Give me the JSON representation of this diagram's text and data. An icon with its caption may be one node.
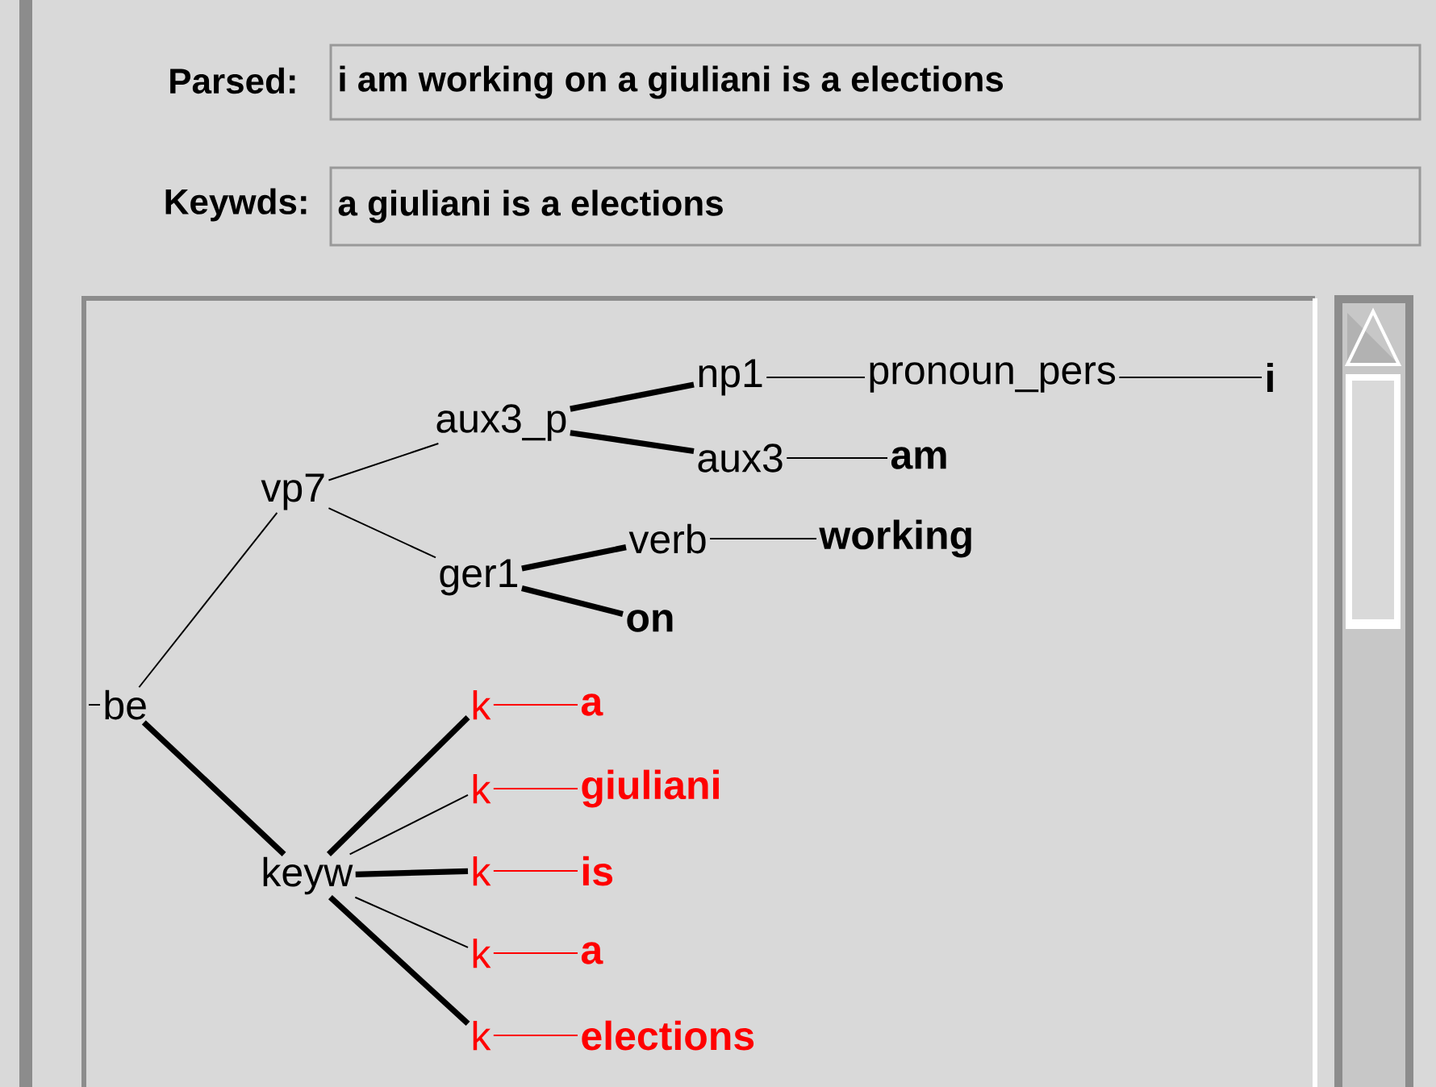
{
  "diagram": {
    "nodes": [
      {
        "text": [
          "be"
        ]
      },
      {
        "text": [
          "vp7"
        ]
      },
      {
        "text": [
          "aux3_p"
        ]
      },
      {
        "text": [
          "np1"
        ]
      },
      {
        "text": [
          "pronoun_pers"
        ]
      },
      {
        "text": [
          "i"
        ]
      },
      {
        "text": [
          "aux3"
        ]
      },
      {
        "text": [
          "am"
        ]
      },
      {
        "text": [
          "ger1"
        ]
      },
      {
        "text": [
          "verb"
        ]
      },
      {
        "text": [
          "working"
        ]
      },
      {
        "text": [
          "on"
        ]
      },
      {
        "text": [
          "keyw"
        ]
      },
      {
        "text": [
          "k"
        ]
      },
      {
        "text": [
          "a"
        ]
      },
      {
        "text": [
          "k"
        ]
      },
      {
        "text": [
          "giuliani"
        ]
      },
      {
        "text": [
          "k"
        ]
      },
      {
        "text": [
          "is"
        ]
      },
      {
        "text": [
          "k"
        ]
      },
      {
        "text": [
          "a"
        ]
      },
      {
        "text": [
          "k"
        ]
      },
      {
        "text": [
          "elections"
        ]
      }
    ],
    "edges": [
      {
        "from": null,
        "to": 0,
        "arrow": "none"
      },
      {
        "from": 0,
        "to": 1,
        "arrow": "none"
      },
      {
        "from": 0,
        "to": 12,
        "arrow": "none",
        "style": "thick"
      },
      {
        "from": 1,
        "to": 2,
        "arrow": "none"
      },
      {
        "from": 1,
        "to": 8,
        "arrow": "none"
      },
      {
        "from": 2,
        "to": 3,
        "arrow": "none",
        "style": "thick"
      },
      {
        "from": 2,
        "to": 6,
        "arrow": "none",
        "style": "thick"
      },
      {
        "from": 3,
        "to": 4,
        "arrow": "none"
      },
      {
        "from": 4,
        "to": 5,
        "arrow": "none"
      },
      {
        "from": 6,
        "to": 7,
        "arrow": "none"
      },
      {
        "from": 8,
        "to": 9,
        "arrow": "none",
        "style": "thick"
      },
      {
        "from": 8,
        "to": 11,
        "arrow": "none",
        "style": "thick"
      },
      {
        "from": 9,
        "to": 10,
        "arrow": "none"
      },
      {
        "from": 12,
        "to": 13,
        "arrow": "none",
        "style": "thick"
      },
      {
        "from": 12,
        "to": 15,
        "arrow": "none"
      },
      {
        "from": 12,
        "to": 17,
        "arrow": "none",
        "style": "thick"
      },
      {
        "from": 12,
        "to": 19,
        "arrow": "none"
      },
      {
        "from": 12,
        "to": 21,
        "arrow": "none",
        "style": "thick"
      },
      {
        "from": 13,
        "to": 14,
        "arrow": "none",
        "color": "#ff0000"
      },
      {
        "from": 15,
        "to": 16,
        "arrow": "none",
        "color": "#ff0000"
      },
      {
        "from": 17,
        "to": 18,
        "arrow": "none",
        "color": "#ff0000"
      },
      {
        "from": 19,
        "to": 20,
        "arrow": "none",
        "color": "#ff0000"
      },
      {
        "from": 21,
        "to": 22,
        "arrow": "none",
        "color": "#ff0000"
      }
    ],
    "labels": [
      "Parsed:",
      "i am working on a giuliani is a elections",
      "Keywds:",
      "a giuliani is a elections"
    ]
  }
}
